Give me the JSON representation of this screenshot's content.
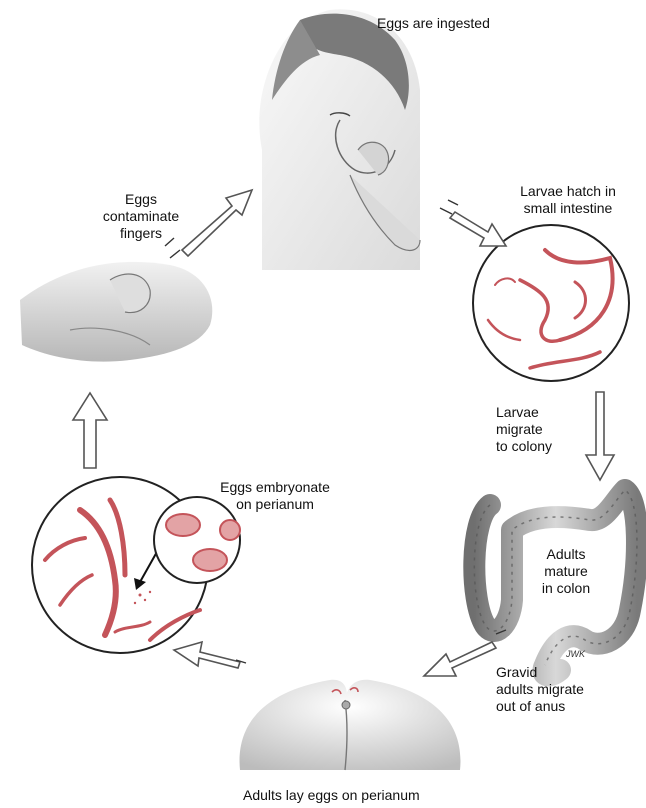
{
  "stages": {
    "ingested": "Eggs are ingested",
    "hatch": [
      "Larvae hatch in",
      "small intestine"
    ],
    "migrate": [
      "Larvae",
      "migrate",
      "to colony"
    ],
    "mature": [
      "Adults",
      "mature",
      "in colon"
    ],
    "gravid": [
      "Gravid",
      "adults migrate",
      "out of anus"
    ],
    "lay": "Adults lay eggs on perianum",
    "embryonate": [
      "Eggs embryonate",
      "on perianum"
    ],
    "contaminate": [
      "Eggs",
      "contaminate",
      "fingers"
    ]
  },
  "signature": "JWK",
  "colors": {
    "worm": "#c4545a",
    "worm_light": "#e3a3a5",
    "arrow_stroke": "#555555",
    "skin_shade": "#9a9a9a",
    "colon_shade": "#8a8a8a"
  }
}
